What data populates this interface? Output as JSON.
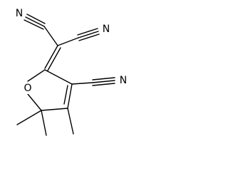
{
  "molecule": {
    "atoms": {
      "nitrile_n_left": "N",
      "nitrile_n_right": "N",
      "nitrile_n_ring": "N",
      "ring_oxygen": "O"
    },
    "colors": {
      "bond": "#000000",
      "label": "#000000",
      "background": "#ffffff"
    }
  }
}
